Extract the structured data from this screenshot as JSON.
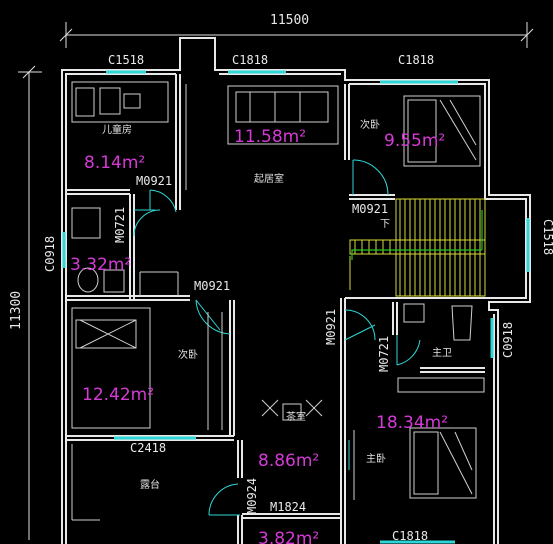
{
  "dimensions": {
    "width_label": "11500",
    "height_label": "11300"
  },
  "windows": {
    "c1518_top": "C1518",
    "c1818_top_mid": "C1818",
    "c1818_top_right": "C1818",
    "c1518_right": "C1518",
    "c0918_left": "C0918",
    "c0918_right": "C0918",
    "c2418": "C2418",
    "c1818_bottom": "C1818"
  },
  "doors": {
    "m0921_kids": "M0921",
    "m0721_bath_left": "M0721",
    "m0921_bed_right": "M0921",
    "m0921_center": "M0921",
    "m0921_corridor": "M0921",
    "m0721_bath_right": "M0721",
    "m0924": "M0924",
    "m1824": "M1824"
  },
  "rooms": {
    "kids_room": {
      "name": "儿童房",
      "area": "8.14m²"
    },
    "living_room": {
      "name": "起居室",
      "area": "11.58m²"
    },
    "bedroom_right": {
      "name": "次卧",
      "area": "9.55m²"
    },
    "bath_left": {
      "area": "3.32m²"
    },
    "bedroom_left": {
      "name": "次卧",
      "area": "12.42m²"
    },
    "tea_room": {
      "name": "茶室",
      "area": "8.86m²"
    },
    "master_bath": {
      "name": "主卫"
    },
    "master_bedroom": {
      "name": "主卧",
      "area": "18.34m²"
    },
    "terrace": {
      "name": "露台"
    },
    "bottom_area": {
      "area": "3.82m²"
    }
  },
  "stair_label": "下",
  "colors": {
    "background": "#000000",
    "wall": "#e8e8e8",
    "window": "#2fd6d6",
    "area_text": "#d63ad6",
    "stair": "#d8d83a"
  }
}
